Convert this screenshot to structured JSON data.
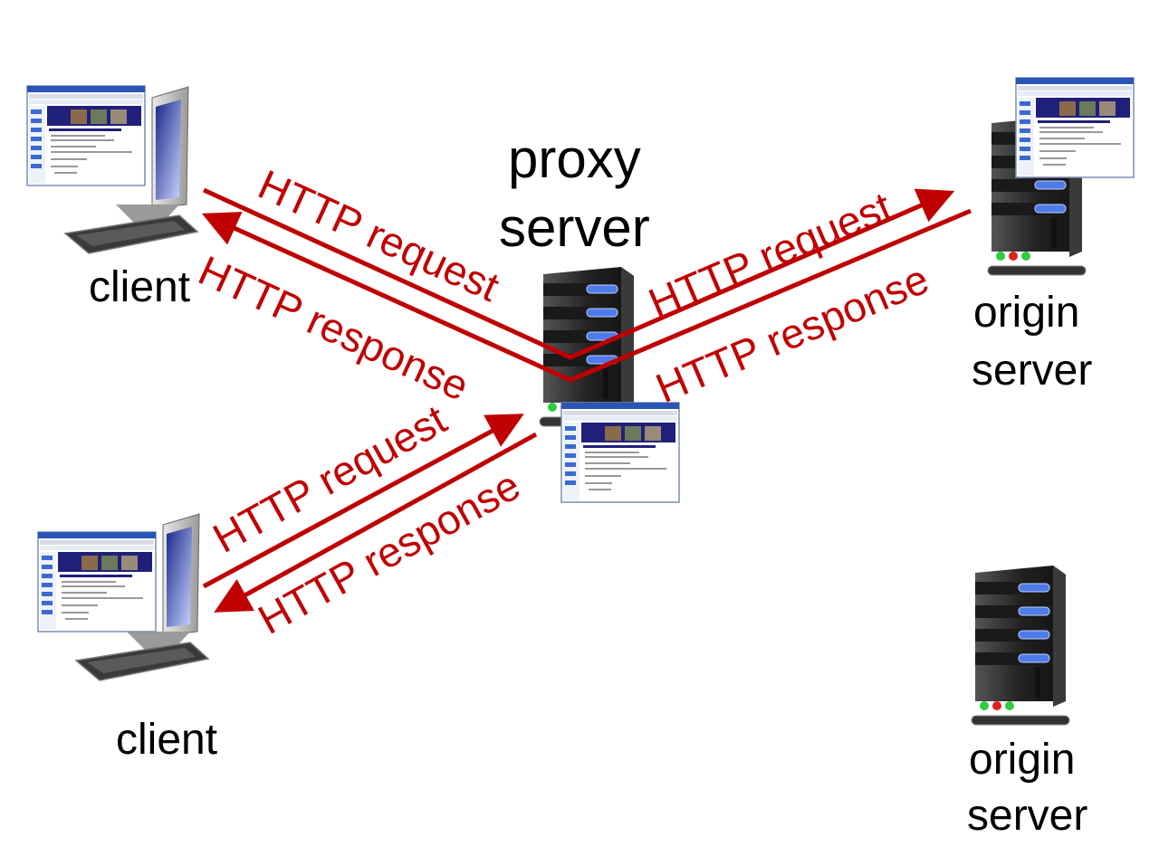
{
  "colors": {
    "arrow": "#c00000",
    "server_body": "#2b2b2b",
    "server_light_blue": "#4f7be8",
    "led_green": "#2ecc40",
    "led_red": "#e02020"
  },
  "labels": {
    "proxy_line1": "proxy",
    "proxy_line2": "server",
    "client_top": "client",
    "client_bottom": "client",
    "origin_top_line1": "origin",
    "origin_top_line2": "server",
    "origin_bottom_line1": "origin",
    "origin_bottom_line2": "server"
  },
  "arrows": {
    "top_left_request": "HTTP request",
    "top_left_response": "HTTP response",
    "top_right_request": "HTTP request",
    "top_right_response": "HTTP response",
    "bottom_request": "HTTP request",
    "bottom_response": "HTTP response"
  },
  "icons": [
    "desktop-computer-icon",
    "server-tower-icon",
    "web-page-icon"
  ]
}
